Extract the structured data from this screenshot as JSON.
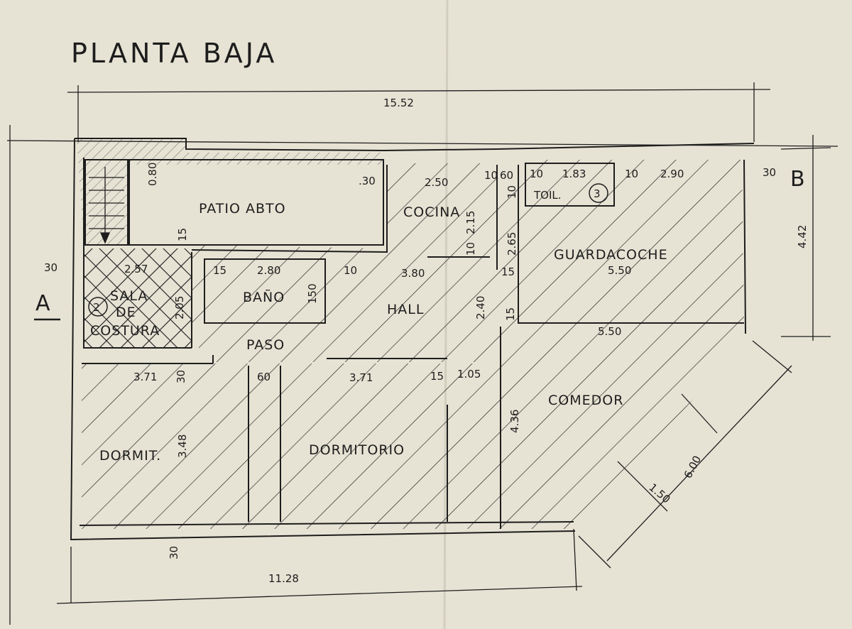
{
  "title": "PLANTA BAJA",
  "rooms": {
    "patio": "PATIO ABTO",
    "cocina": "COCINA",
    "toilet": "TOIL.",
    "guardacoche": "GUARDACOCHE",
    "sala_line1": "SALA",
    "sala_line2": "DE",
    "sala_line3": "COSTURA",
    "bano": "BAÑO",
    "hall": "HALL",
    "paso": "PASO",
    "comedor": "COMEDOR",
    "dormit": "DORMIT.",
    "dormitorio": "DORMITORIO"
  },
  "markers": {
    "section_a": "A",
    "section_b": "B",
    "circle_2": "2",
    "circle_3": "3"
  },
  "dimensions": {
    "overall_width": "15.52",
    "overall_bottom": "11.28",
    "right_height": "4.42",
    "patio_080": "0.80",
    "patio_30": ".30",
    "patio_15": "15",
    "cocina_250": "2.50",
    "cocina_215": "2.15",
    "cocina_10": "10",
    "d_10a": "10",
    "d_60a": "60",
    "d_10b": "10",
    "d_10c": "10",
    "d_183": "1.83",
    "d_10d": "10",
    "d_290": "2.90",
    "d_30r": "30",
    "d_265": "2.65",
    "d_15a": "15",
    "gc_550": "5.50",
    "left_30": "30",
    "sala_257": "2.57",
    "sala_205": "2.05",
    "bano_15": "15",
    "bano_280": "2.80",
    "bano_150": "150",
    "hall_10": "10",
    "hall_380": "3.80",
    "hall_240": "2.40",
    "hall_15": "15",
    "com_550": "5.50",
    "dorm_371a": "3.71",
    "dorm_30": "30",
    "paso_60": "60",
    "dorm_371b": "3.71",
    "dorm_15": "15",
    "dorm_105": "1.05",
    "dormit_348": "3.48",
    "com_436": "4.36",
    "diag_600": "6.00",
    "diag_150": "1.50",
    "bottom_30": "30"
  },
  "colors": {
    "paper": "#e7e3d4",
    "ink": "#1d1d1d"
  }
}
